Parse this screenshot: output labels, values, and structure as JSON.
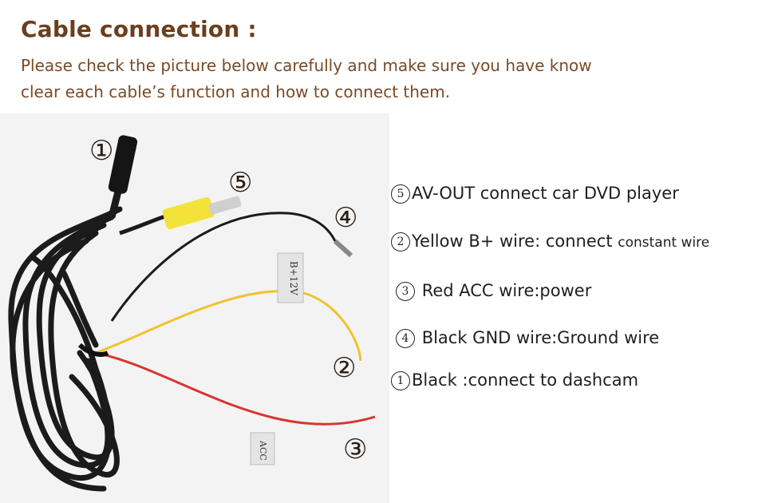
{
  "heading": {
    "title": "Cable connection :",
    "intro_line1": "Please check the picture below carefully and make sure you have know",
    "intro_line2": "clear each cable’s function and how to connect them."
  },
  "photo": {
    "markers": [
      "①",
      "⑤",
      "④",
      "②",
      "③"
    ],
    "tag_b12v": "B+12V",
    "tag_acc": "ACC"
  },
  "legend": [
    {
      "num": "5",
      "text": "AV-OUT  connect car DVD player",
      "extra": ""
    },
    {
      "num": "2",
      "text": "Yellow B+ wire: connect ",
      "extra": "constant wire"
    },
    {
      "num": "3",
      "text": "Red ACC wire:power",
      "extra": ""
    },
    {
      "num": "4",
      "text": "Black GND wire:Ground wire",
      "extra": ""
    },
    {
      "num": "1",
      "text": "Black :connect to dashcam",
      "extra": ""
    }
  ],
  "colors": {
    "title": "#6b3f1d",
    "cable_black": "#1b1b1b",
    "wire_yellow": "#f2c12e",
    "wire_red": "#d8352f",
    "rca_yellow": "#f3e23a"
  }
}
